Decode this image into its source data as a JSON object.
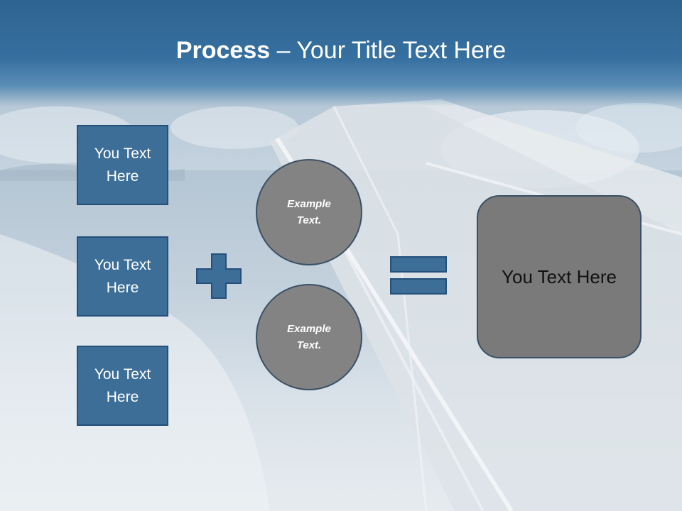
{
  "title": {
    "bold": "Process",
    "rest": " – Your Title Text Here"
  },
  "left_boxes": [
    {
      "label": "You Text Here"
    },
    {
      "label": "You Text Here"
    },
    {
      "label": "You Text Here"
    }
  ],
  "circles": [
    {
      "label": "Example Text."
    },
    {
      "label": "Example Text."
    }
  ],
  "result": {
    "label": "You Text Here"
  },
  "colors": {
    "header": "#3670a0",
    "box_fill": "#3d6e98",
    "box_border": "#24507a",
    "circle_fill": "#838383",
    "result_fill": "#7a7a7a"
  },
  "icons": [
    "plus-icon",
    "equals-icon"
  ]
}
